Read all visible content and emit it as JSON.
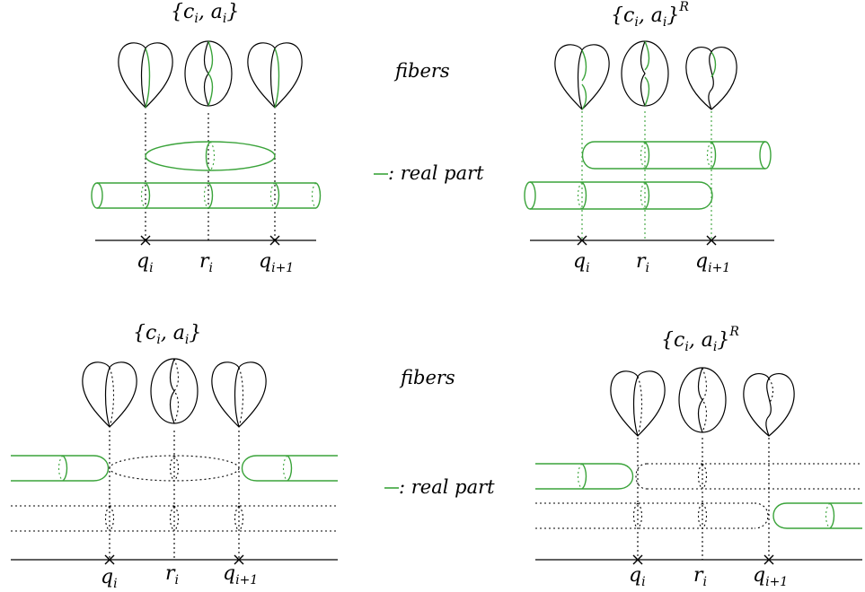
{
  "panels": {
    "top_left": {
      "title": "{c",
      "title_sub_i": "i",
      "title_mid": ", a",
      "title_sub_i2": "i",
      "title_end": "}",
      "q_i": "q",
      "q_i_sub": "i",
      "r_i": "r",
      "r_i_sub": "i",
      "q_next": "q",
      "q_next_sub": "i+1"
    },
    "top_right": {
      "title": "{c",
      "title_sub_i": "i",
      "title_mid": ", a",
      "title_sub_i2": "i",
      "title_end": "}",
      "title_sup": "R",
      "q_i": "q",
      "q_i_sub": "i",
      "r_i": "r",
      "r_i_sub": "i",
      "q_next": "q",
      "q_next_sub": "i+1"
    },
    "bottom_left": {
      "title": "{c",
      "title_sub_i": "i",
      "title_mid": ", a",
      "title_sub_i2": "i",
      "title_end": "}",
      "q_i": "q",
      "q_i_sub": "i",
      "r_i": "r",
      "r_i_sub": "i",
      "q_next": "q",
      "q_next_sub": "i+1"
    },
    "bottom_right": {
      "title": "{c",
      "title_sub_i": "i",
      "title_mid": ", a",
      "title_sub_i2": "i",
      "title_end": "}",
      "title_sup": "R",
      "q_i": "q",
      "q_i_sub": "i",
      "r_i": "r",
      "r_i_sub": "i",
      "q_next": "q",
      "q_next_sub": "i+1"
    }
  },
  "middle": {
    "fibers_top": "fibers",
    "legend_top": ": real part",
    "fibers_bottom": "fibers",
    "legend_bottom": ": real part"
  },
  "colors": {
    "real_part": "#3aa33a",
    "ink": "#000000"
  }
}
